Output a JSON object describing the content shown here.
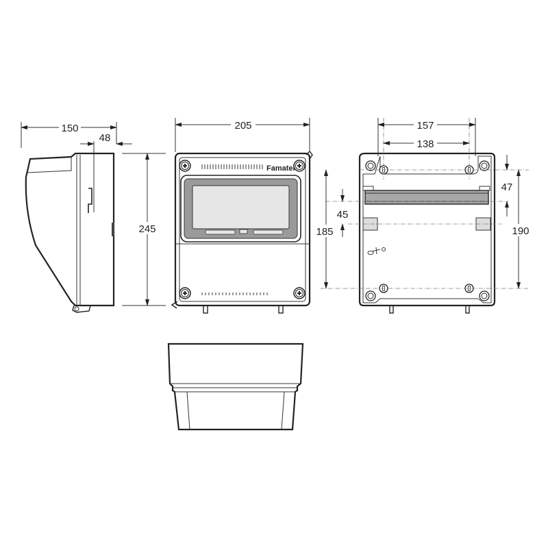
{
  "title": "Enclosure dimensional drawing",
  "brand": "Famatel",
  "colors": {
    "line": "#222222",
    "window_frame": "#9a9a9a",
    "window_glass": "#e6e6e6",
    "din_rail": "#a8a8a8"
  },
  "side_view": {
    "depth": "150",
    "rail_offset": "48",
    "height": "245"
  },
  "front_view": {
    "width": "205"
  },
  "back_view": {
    "hole_spacing_outer": "157",
    "hole_spacing_inner": "138",
    "rail_top_offset": "47",
    "hole_vertical_outer": "190",
    "hole_vertical_inner": "185",
    "rail_to_clip": "45"
  }
}
